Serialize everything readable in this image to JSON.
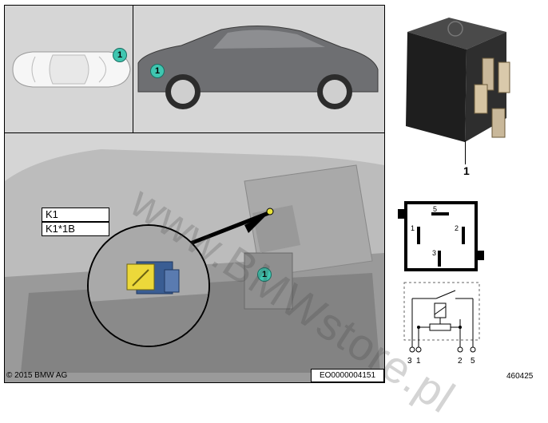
{
  "labels": {
    "marker": "1",
    "k1": "K1",
    "k1_1b": "K1*1B",
    "part_number_label": "1",
    "copyright": "© 2015 BMW AG",
    "ref_code": "EO0000004151",
    "diagram_id": "460425",
    "watermark": "www.BMWstore.pl"
  },
  "relay_pins": {
    "p5": "5",
    "p1": "1",
    "p2": "2",
    "p3": "3"
  },
  "schematic_terminals": [
    "3",
    "1",
    "2",
    "5"
  ],
  "colors": {
    "marker_fill": "#3fc6b0",
    "relay_yellow": "#ecd83a",
    "relay_blue": "#3a5d93",
    "car_body": "#6e6f72",
    "trunk_bg": "#b9b9b9"
  }
}
